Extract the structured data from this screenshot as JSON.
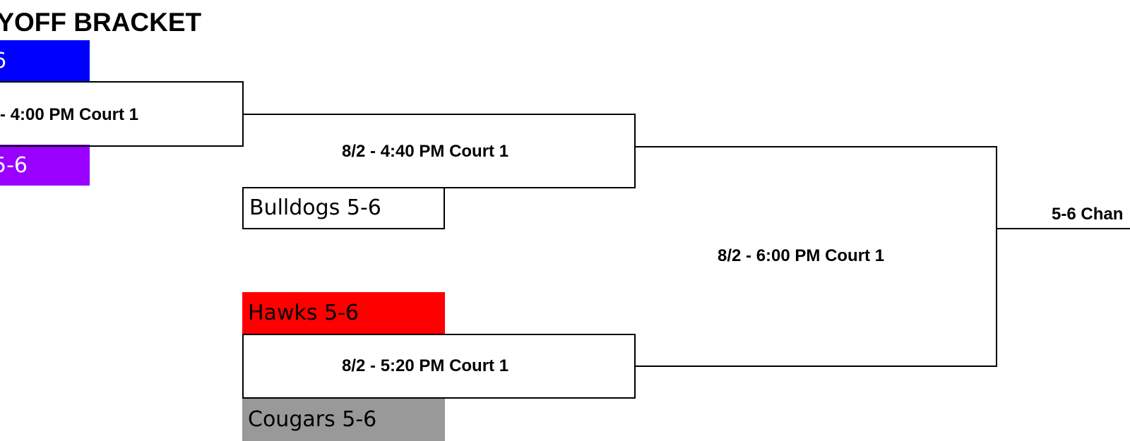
{
  "title": "AYOFF BRACKET",
  "teams": [
    {
      "label": "6",
      "color": "#0000ff",
      "text_color": "#ffffff"
    },
    {
      "label": "5-6",
      "color": "#9900ff",
      "text_color": "#ffffff"
    },
    {
      "label": "Bulldogs 5-6",
      "color": "#ffffff",
      "text_color": "#000000"
    },
    {
      "label": "Hawks 5-6",
      "color": "#ff0000",
      "text_color": "#000000"
    },
    {
      "label": "Cougars 5-6",
      "color": "#999999",
      "text_color": "#000000"
    }
  ],
  "games": [
    {
      "label": "- 4:00 PM Court 1"
    },
    {
      "label": "8/2 - 4:40 PM Court 1"
    },
    {
      "label": "8/2 - 5:20 PM Court 1"
    },
    {
      "label": "8/2 - 6:00 PM Court 1"
    }
  ],
  "championship": {
    "label": "5-6 Chan"
  }
}
